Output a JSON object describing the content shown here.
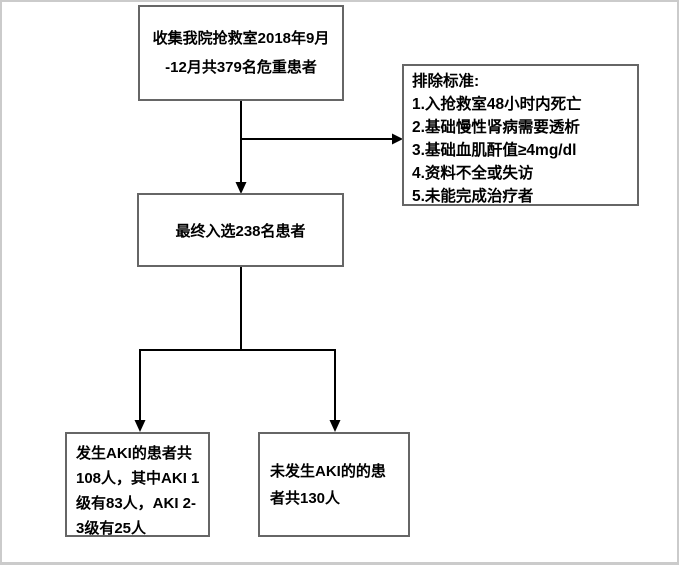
{
  "flowchart": {
    "collect": {
      "line1": "收集我院抢救室2018年9月",
      "line2": "-12月共379名危重患者"
    },
    "exclusion": {
      "title": "排除标准:",
      "items": [
        "1.入抢救室48小时内死亡",
        "2.基础慢性肾病需要透析",
        "3.基础血肌酐值≥4mg/dl",
        "4.资料不全或失访",
        "5.未能完成治疗者"
      ]
    },
    "enrolled": {
      "text": "最终入选238名患者"
    },
    "aki": {
      "lines": [
        "发生AKI的患者共",
        "108人，其中AKI 1",
        "级有83人，AKI 2-",
        "3级有25人"
      ]
    },
    "no_aki": {
      "lines": [
        "未发生AKI的的患",
        "者共130人"
      ]
    },
    "colors": {
      "line": "#000000",
      "box_border": "#666666",
      "frame_border": "#cbcbcb",
      "background": "#ffffff",
      "text": "#000000"
    }
  }
}
